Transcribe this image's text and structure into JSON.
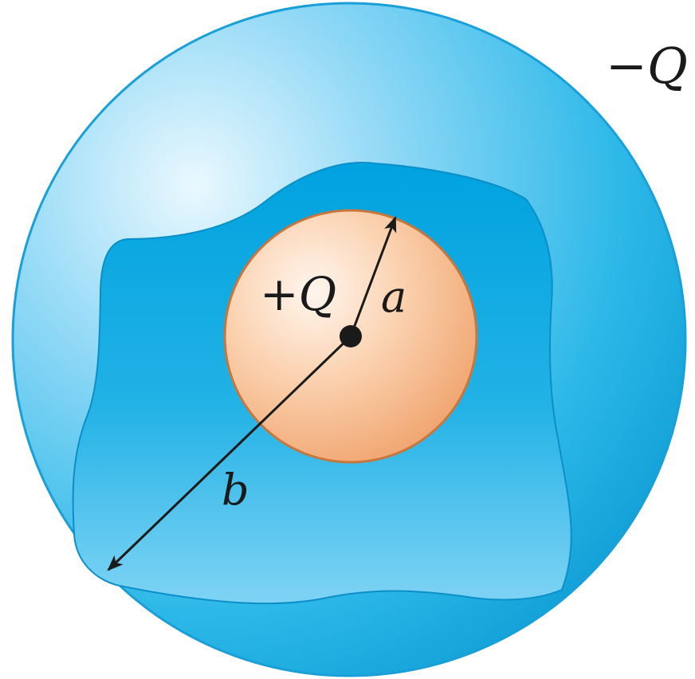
{
  "labels": {
    "outer_charge": "−Q",
    "inner_charge": "+Q",
    "radius_a": "a",
    "radius_b": "b"
  },
  "colors": {
    "outer_shell": "#2cb8e8",
    "outer_shell_highlight": "#eaf8fe",
    "cutaway_interior": "#00a6e2",
    "inner_sphere_highlight": "#fff6ee",
    "inner_sphere": "#f6b98a",
    "inner_sphere_edge": "#c8763c",
    "arrow": "#1a1a1a"
  }
}
